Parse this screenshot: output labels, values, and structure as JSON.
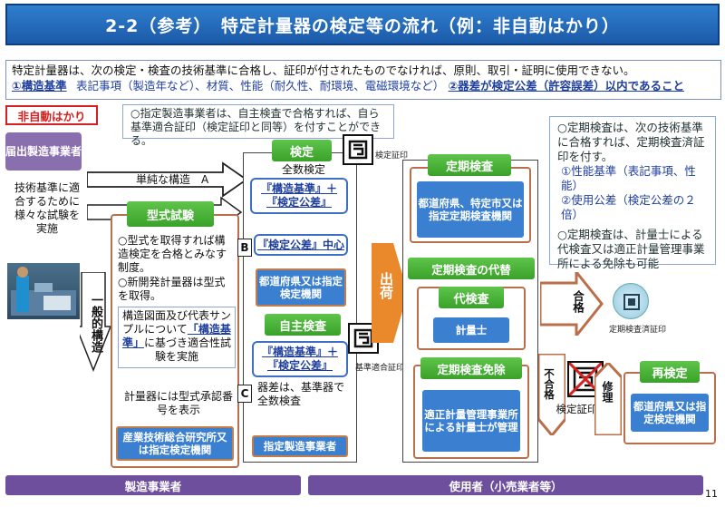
{
  "title": "2-2（参考）　特定計量器の検定等の流れ（例：非自動はかり）",
  "intro": {
    "line1": "特定計量器は、次の検定・検査の技術基準に合格し、証印が付されたものでなければ、原則、取引・証明に使用できない。",
    "line2a": "①構造基準",
    "line2b": "表記事項（製造年など）、材質、性能（耐久性、耐環境、電磁環境など）",
    "line2c": "②器差が検定公差（許容誤差）以内であること"
  },
  "non_auto_label": "非自動はかり",
  "designated_note": "○指定製造事業者は、自主検査で合格すれば、自ら基準適合証印（検定証印と同等）を付すことができる。",
  "left": {
    "notify": "届出製造事業者",
    "desc": "技術基準に適合するために様々な試験を実施",
    "general": "一般的構造"
  },
  "simple_structure": "単純な構造　A",
  "type_test": {
    "label": "型式試験",
    "p1": "○型式を取得すれば構造検定を合格とみなす制度。",
    "p2": "○新開発計量器は型式を取得。",
    "p3a": "構造図面及び代表サンプルについて",
    "p3b": "「構造基準」",
    "p3c": "に基づき適合性試験を実施",
    "p4": "計量器には型式承認番号を表示",
    "org": "産業技術総合研究所又は指定検定機関"
  },
  "verification": {
    "label": "検定",
    "sub": "全数検定",
    "req1": "『構造基準』＋",
    "req2": "『検定公差』",
    "route_b": "B",
    "b_text": "『検定公差』中心",
    "org": "都道府県又は指定検定機関",
    "stamp_label": "検定証印"
  },
  "self_inspection": {
    "label": "自主検査",
    "req1": "『構造基準』＋",
    "req2": "『検定公差』",
    "route_c": "C",
    "note": "器差は、基準器で全数検査",
    "org": "指定製造事業者",
    "stamp_label": "基準適合証印"
  },
  "shipping": "出荷",
  "periodic": {
    "label": "定期検査",
    "org": "都道府県、特定市又は指定定期検査機関",
    "substitute_label": "定期検査の代替",
    "proxy_label": "代検査",
    "proxy_org": "計量士",
    "exempt_label": "定期検査免除",
    "exempt_org": "適正計量管理事業所による計量士が管理"
  },
  "right_note": {
    "p1": "○定期検査は、次の技術基準に合格すれば、定期検査済証印を付す。",
    "p2": "①性能基準（表記事項、性能）",
    "p3": "②使用公差（検定公差の２倍）",
    "p4": "○定期検査は、計量士による代検査又は適正計量管理事業所による免除も可能"
  },
  "pass": "合格",
  "periodic_stamp_label": "定期検査済証印",
  "fail": "不合格",
  "removal": "検定証印除去",
  "repair": "修理",
  "reinspection": {
    "label": "再検定",
    "org": "都道府県又は指定検定機関"
  },
  "bottom": {
    "maker": "製造事業者",
    "user": "使用者（小売業者等）"
  },
  "page_number": "11",
  "colors": {
    "title_blue": "#1b5aa8",
    "green": "#3aa12a",
    "blue": "#3a7fd0",
    "purple": "#6e4f9e",
    "orange": "#e07a1a",
    "red": "#d42020"
  }
}
